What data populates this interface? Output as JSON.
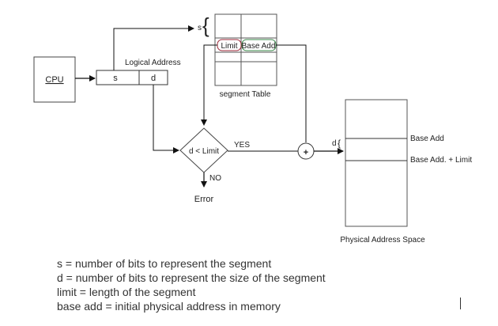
{
  "cpu_label": "CPU",
  "logical_address": {
    "label": "Logical Address",
    "s": "s",
    "d": "d"
  },
  "segment_table": {
    "index_label": "s",
    "limit_label": "Limit",
    "base_label": "Base Add",
    "caption": "segment Table"
  },
  "comparator": {
    "label": "d < Limit",
    "yes": "YES",
    "no": "NO",
    "error": "Error"
  },
  "adder_symbol": "+",
  "offset_label": "d",
  "physical_memory": {
    "base_marker": "Base Add",
    "limit_marker": "Base Add. + Limit",
    "caption": "Physical Address Space"
  },
  "legend": [
    "s = number of bits to represent the segment",
    "d = number of bits to represent the size of the segment",
    "limit = length of the segment",
    "base add = initial physical address in memory"
  ]
}
